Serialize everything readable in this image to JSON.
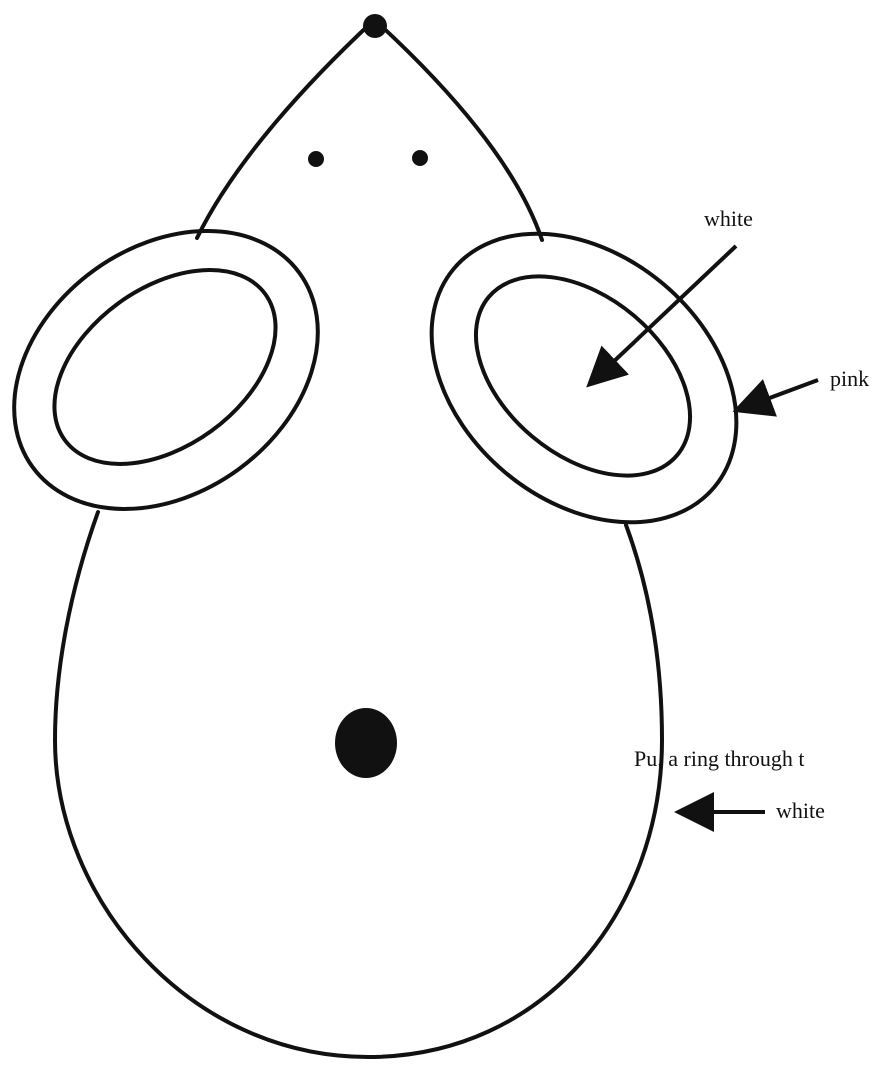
{
  "labels": {
    "inner_ear": "white",
    "ear_rim": "pink",
    "body": "white",
    "instruction": "Pu. a ring through t"
  },
  "colors": {
    "ink": "#111111",
    "paper": "#ffffff"
  }
}
